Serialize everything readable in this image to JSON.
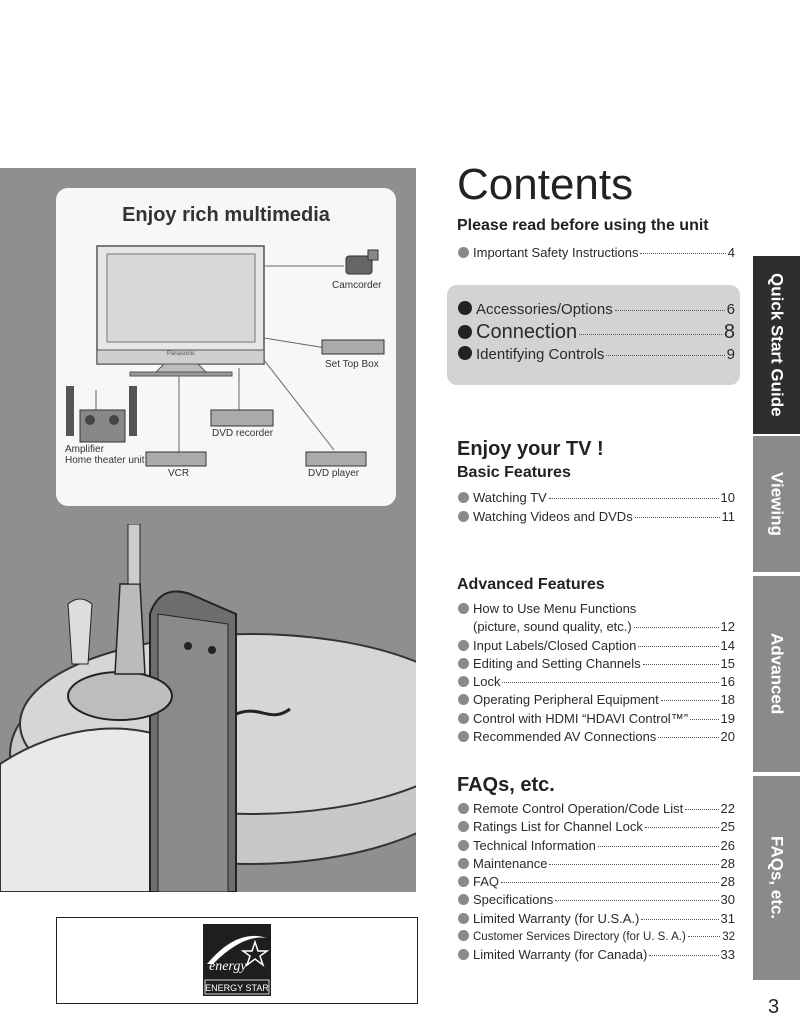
{
  "page": {
    "title": "Contents",
    "number": "3"
  },
  "illustration": {
    "box_title": "Enjoy rich multimedia",
    "devices": {
      "camcorder": "Camcorder",
      "set_top_box": "Set Top Box",
      "dvd_recorder": "DVD recorder",
      "amplifier": "Amplifier",
      "home_theater": "Home theater unit",
      "vcr": "VCR",
      "dvd_player": "DVD player",
      "tv_brand": "Panasonic"
    }
  },
  "energy_star": {
    "label": "ENERGY STAR",
    "script": "energy"
  },
  "sections": {
    "before_use": {
      "heading": "Please read before using the unit",
      "items": [
        {
          "label": "Important Safety Instructions",
          "page": "4"
        }
      ]
    },
    "quick": {
      "items": [
        {
          "label": "Accessories/Options",
          "page": "6"
        },
        {
          "label": "Connection",
          "page": "8"
        },
        {
          "label": "Identifying Controls",
          "page": "9"
        }
      ]
    },
    "enjoy": {
      "heading": "Enjoy your TV !"
    },
    "basic": {
      "heading": "Basic Features",
      "items": [
        {
          "label": "Watching TV",
          "page": "10"
        },
        {
          "label": "Watching Videos and DVDs",
          "page": "11"
        }
      ]
    },
    "advanced": {
      "heading": "Advanced Features",
      "items": [
        {
          "label": "How to Use Menu Functions",
          "label2": "(picture, sound quality, etc.)",
          "page": "12"
        },
        {
          "label": "Input Labels/Closed Caption",
          "page": "14"
        },
        {
          "label": "Editing and Setting Channels",
          "page": "15"
        },
        {
          "label": "Lock",
          "page": "16"
        },
        {
          "label": "Operating Peripheral Equipment",
          "page": "18"
        },
        {
          "label": "Control with HDMI “HDAVI Control™”",
          "page": "19"
        },
        {
          "label": "Recommended AV Connections",
          "page": "20"
        }
      ]
    },
    "faqs": {
      "heading": "FAQs, etc.",
      "items": [
        {
          "label": "Remote Control Operation/Code List",
          "page": "22"
        },
        {
          "label": "Ratings List for Channel Lock",
          "page": "25"
        },
        {
          "label": "Technical Information",
          "page": "26"
        },
        {
          "label": "Maintenance",
          "page": "28"
        },
        {
          "label": "FAQ",
          "page": "28"
        },
        {
          "label": "Specifications",
          "page": "30"
        },
        {
          "label": "Limited Warranty (for U.S.A.)",
          "page": "31"
        },
        {
          "label": "Customer Services Directory (for U. S. A.)",
          "page": "32"
        },
        {
          "label": "Limited Warranty (for Canada)",
          "page": "33"
        }
      ]
    }
  },
  "tabs": [
    {
      "label": "Quick Start Guide",
      "color": "#2e2e2e"
    },
    {
      "label": "Viewing",
      "color": "#8a8a8a"
    },
    {
      "label": "Advanced",
      "color": "#8a8a8a"
    },
    {
      "label": "FAQs, etc.",
      "color": "#8a8a8a"
    }
  ]
}
